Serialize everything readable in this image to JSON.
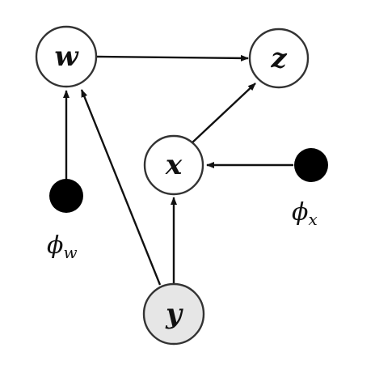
{
  "colors": {
    "stroke": "#333333",
    "node_fill": "#ffffff",
    "observed_fill": "#e6e6e6",
    "parameter_fill": "#000000",
    "edge": "#111111"
  },
  "nodes": [
    {
      "id": "w",
      "label": "w",
      "kind": "latent"
    },
    {
      "id": "z",
      "label": "z",
      "kind": "latent"
    },
    {
      "id": "x",
      "label": "x",
      "kind": "latent"
    },
    {
      "id": "y",
      "label": "y",
      "kind": "observed"
    }
  ],
  "parameters": [
    {
      "id": "phi_w",
      "symbol": "ϕ",
      "subscript": "w",
      "target": "w"
    },
    {
      "id": "phi_x",
      "symbol": "ϕ",
      "subscript": "x",
      "target": "x"
    }
  ],
  "edges": [
    {
      "from": "w",
      "to": "z"
    },
    {
      "from": "x",
      "to": "z"
    },
    {
      "from": "y",
      "to": "w"
    },
    {
      "from": "y",
      "to": "x"
    },
    {
      "from": "phi_w",
      "to": "w"
    },
    {
      "from": "phi_x",
      "to": "x"
    }
  ]
}
